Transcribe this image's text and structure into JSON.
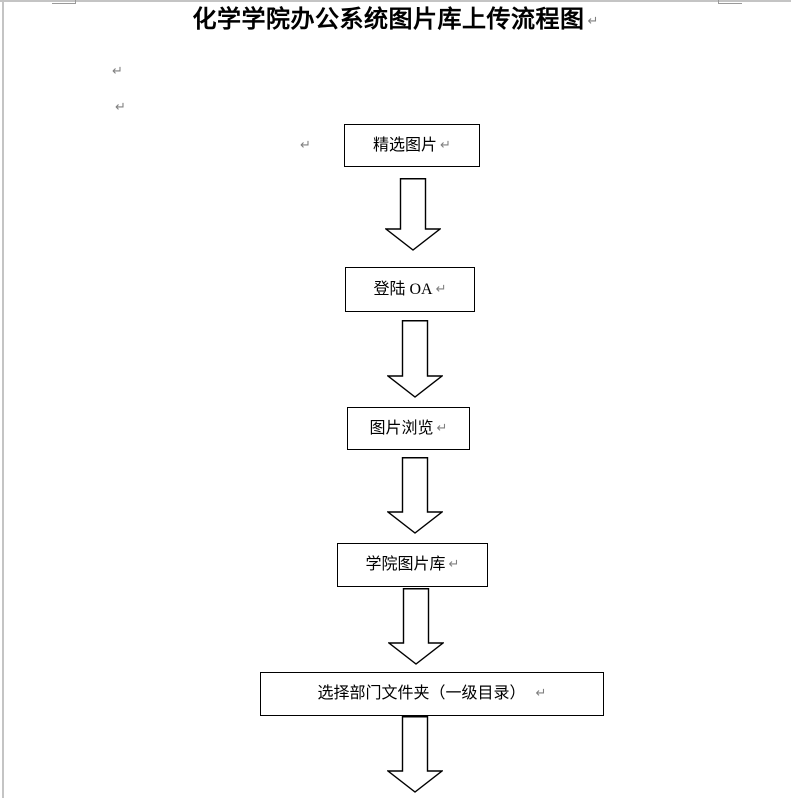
{
  "document": {
    "title": "化学学院办公系统图片库上传流程图"
  },
  "formatting": {
    "paragraph_mark": "↵"
  },
  "flow": {
    "steps": [
      {
        "label": "精选图片"
      },
      {
        "label": "登陆 OA"
      },
      {
        "label": "图片浏览"
      },
      {
        "label": "学院图片库"
      },
      {
        "label": "选择部门文件夹（一级目录）"
      }
    ]
  },
  "colors": {
    "shape_outline": "#000000",
    "text": "#000000",
    "paragraph_mark": "#808080",
    "page_edge": "#c4c4c4"
  }
}
